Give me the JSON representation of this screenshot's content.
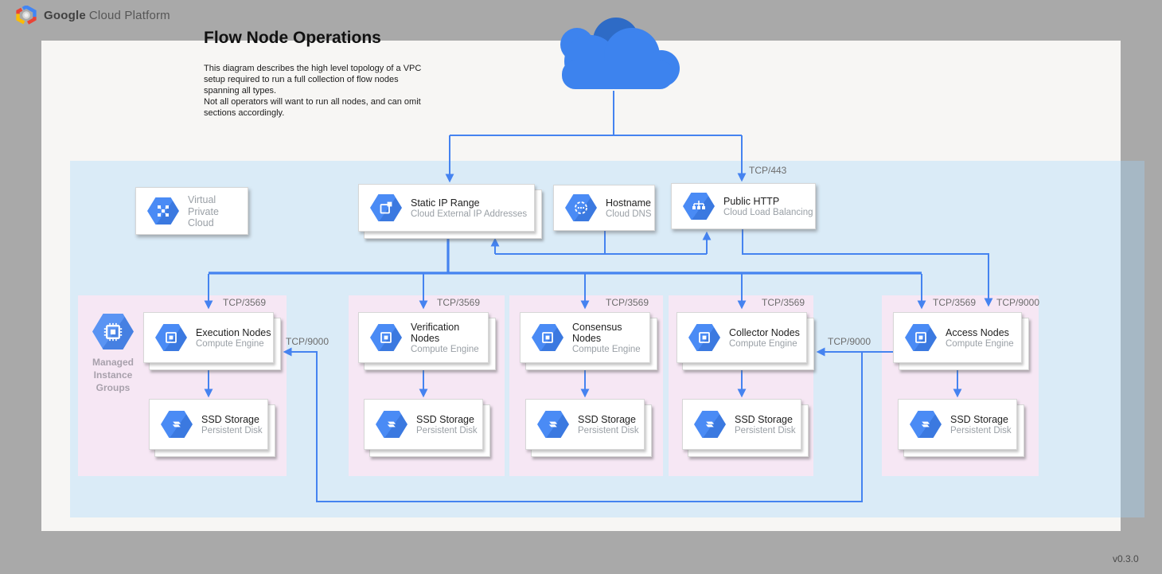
{
  "brand": {
    "bold": "Google",
    "rest": "Cloud Platform"
  },
  "title": "Flow Node Operations",
  "description": {
    "p1": "This diagram describes the high level topology of a VPC setup required to run a full collection of flow nodes spanning all types.",
    "p2": "Not all operators will want to run all nodes, and can omit sections accordingly."
  },
  "version": "v0.3.0",
  "colors": {
    "accent_blue": "#4285f4",
    "line_blue": "#4583f0",
    "zone_blue": "#ddecfa",
    "group_pink": "#f6e7f4",
    "card_white": "#ffffff",
    "logo_red": "#ea4335",
    "logo_yellow": "#fbbc05"
  },
  "vpc_card": {
    "line1": "Virtual",
    "line2": "Private Cloud"
  },
  "top_cards": {
    "static_ip": {
      "title": "Static IP Range",
      "subtitle": "Cloud External IP Addresses"
    },
    "hostname": {
      "title": "Hostname",
      "subtitle": "Cloud DNS"
    },
    "public_http": {
      "title": "Public HTTP",
      "subtitle": "Cloud Load Balancing"
    }
  },
  "mig": {
    "l1": "Managed",
    "l2": "Instance",
    "l3": "Groups"
  },
  "groups": [
    {
      "name": "execution",
      "node_title": "Execution Nodes",
      "node_subtitle": "Compute Engine",
      "disk_title": "SSD Storage",
      "disk_subtitle": "Persistent Disk",
      "port": "TCP/3569"
    },
    {
      "name": "verification",
      "node_title": "Verification Nodes",
      "node_subtitle": "Compute Engine",
      "disk_title": "SSD Storage",
      "disk_subtitle": "Persistent Disk",
      "port": "TCP/3569"
    },
    {
      "name": "consensus",
      "node_title": "Consensus Nodes",
      "node_subtitle": "Compute Engine",
      "disk_title": "SSD Storage",
      "disk_subtitle": "Persistent Disk",
      "port": "TCP/3569"
    },
    {
      "name": "collector",
      "node_title": "Collector Nodes",
      "node_subtitle": "Compute Engine",
      "disk_title": "SSD Storage",
      "disk_subtitle": "Persistent Disk",
      "port": "TCP/3569"
    },
    {
      "name": "access",
      "node_title": "Access Nodes",
      "node_subtitle": "Compute Engine",
      "disk_title": "SSD Storage",
      "disk_subtitle": "Persistent Disk",
      "port": "TCP/3569",
      "port2": "TCP/9000"
    }
  ],
  "edge_labels": {
    "https_in": "TCP/443",
    "exec_in": "TCP/9000",
    "collector_in": "TCP/9000"
  }
}
